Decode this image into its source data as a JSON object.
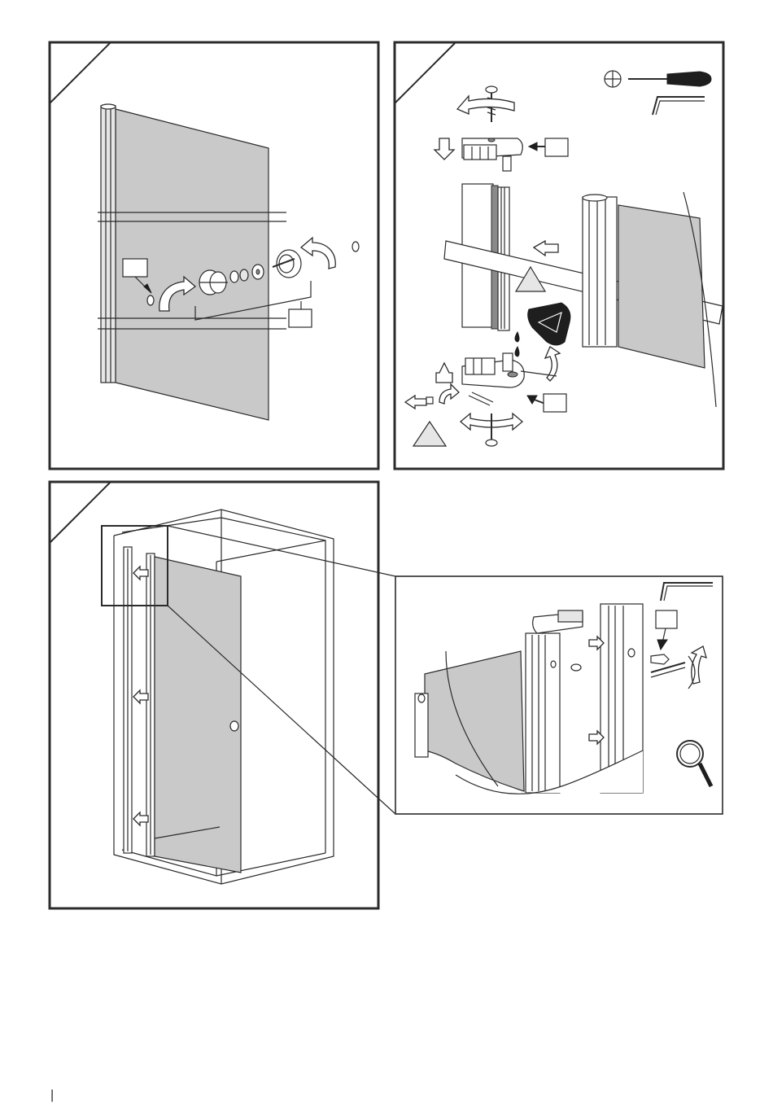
{
  "page": {
    "title": "",
    "footer_mark": "|"
  },
  "panels": [
    {
      "id": "step-a",
      "corner_label": "",
      "callouts": [
        "",
        ""
      ]
    },
    {
      "id": "step-b",
      "corner_label": "",
      "callouts": [
        "",
        ""
      ],
      "warnings": [
        "",
        ""
      ]
    },
    {
      "id": "step-c",
      "corner_label": "",
      "zoom_callout": ""
    }
  ],
  "tools": {
    "screwdriver_icon": "phillips-screwdriver-icon",
    "hex_key_icon": "allen-key-icon",
    "magnifier_icon": "magnifier-icon"
  },
  "colors": {
    "line": "#2b2b2b",
    "glass": "#c9c9c9",
    "dark_part": "#1e1e1e"
  }
}
